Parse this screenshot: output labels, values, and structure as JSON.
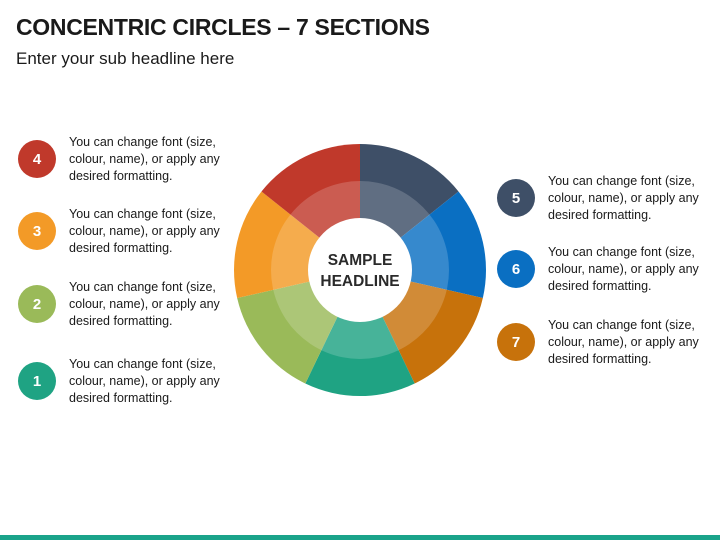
{
  "header": {
    "title": "CONCENTRIC CIRCLES – 7 SECTIONS",
    "subtitle": "Enter your sub headline here"
  },
  "center": {
    "line1": "SAMPLE",
    "line2": "HEADLINE"
  },
  "sections": [
    {
      "number": "1",
      "text": "You can change font (size, colour, name), or apply any desired formatting.",
      "color": "#1fa383"
    },
    {
      "number": "2",
      "text": "You can change font (size, colour, name), or apply any desired formatting.",
      "color": "#9aba59"
    },
    {
      "number": "3",
      "text": "You can change font (size, colour, name), or apply any desired formatting.",
      "color": "#f39a27"
    },
    {
      "number": "4",
      "text": "You can change font (size, colour, name), or apply any desired formatting.",
      "color": "#c0392b"
    },
    {
      "number": "5",
      "text": "You can change font (size, colour, name), or apply any desired formatting.",
      "color": "#3e4f67"
    },
    {
      "number": "6",
      "text": "You can change font (size, colour, name), or apply any desired formatting.",
      "color": "#0a6fc2"
    },
    {
      "number": "7",
      "text": "You can change font (size, colour, name), or apply any desired formatting.",
      "color": "#c7720b"
    }
  ],
  "wheel_order": [
    "5",
    "6",
    "7",
    "1",
    "2",
    "3",
    "4"
  ],
  "accent_bar_color": "#1aa38a"
}
